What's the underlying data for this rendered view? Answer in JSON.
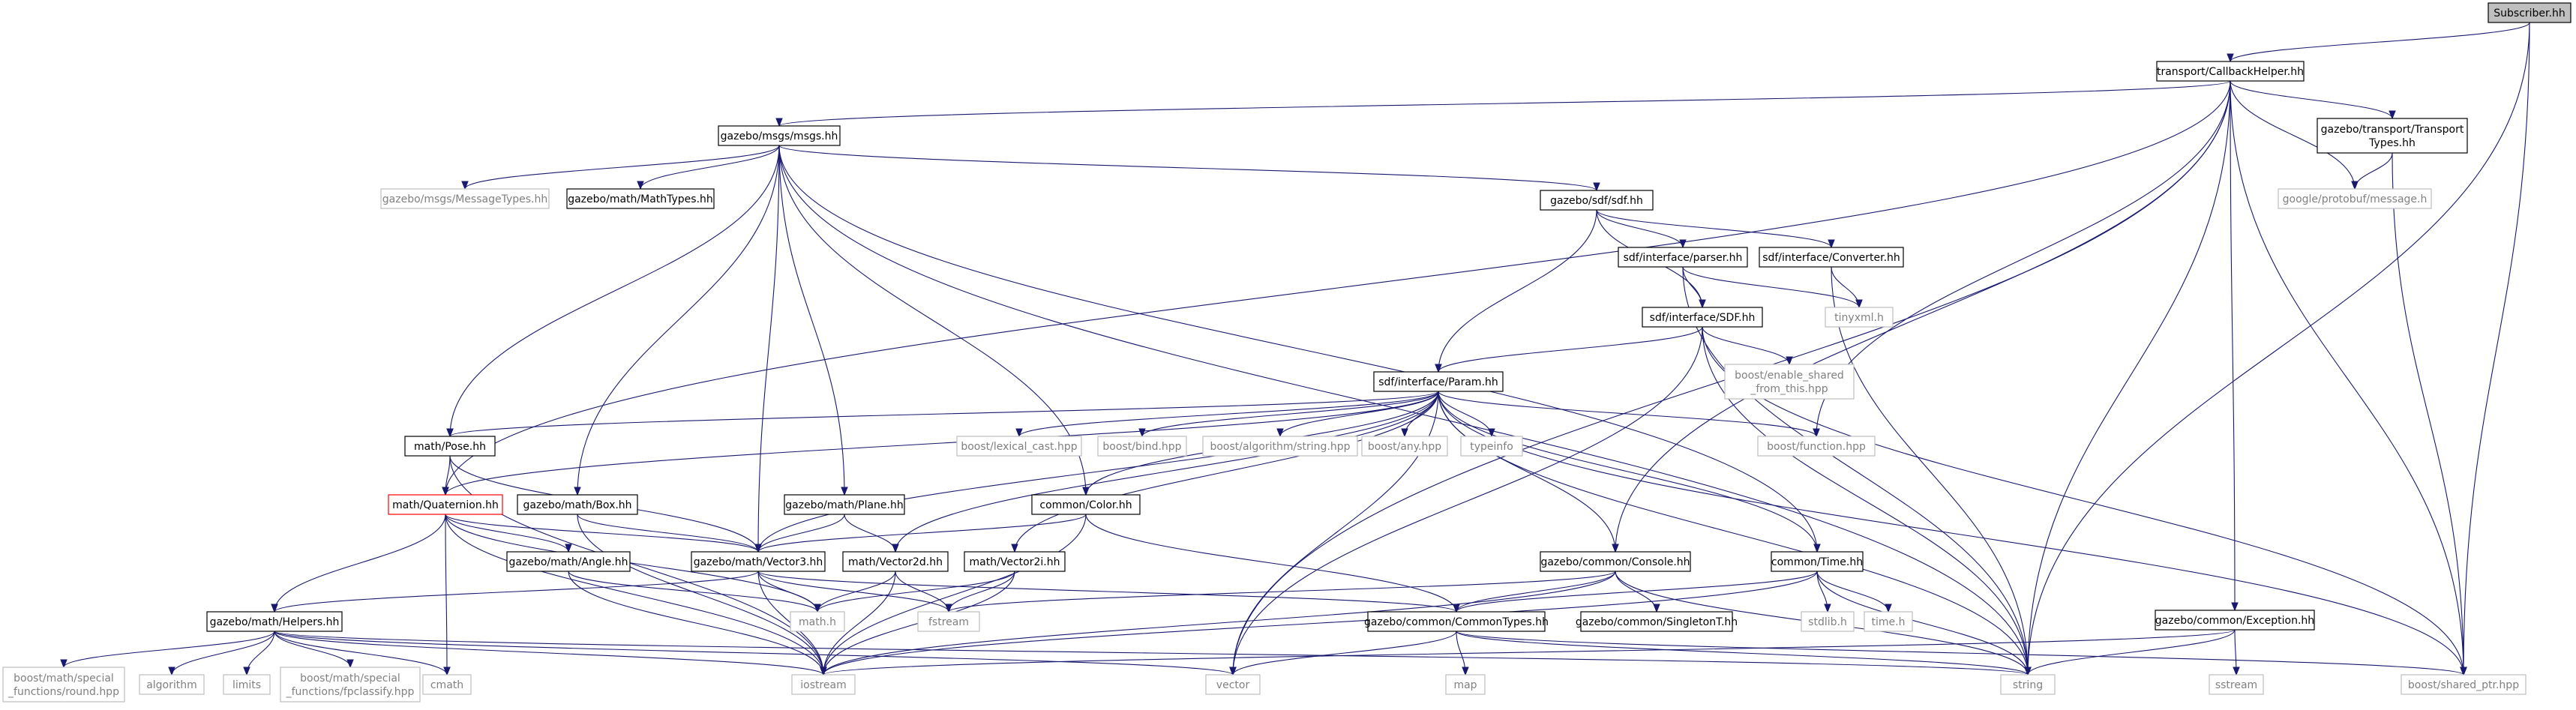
{
  "graph": {
    "nodes": [
      {
        "id": "subscriber",
        "lines": [
          "Subscriber.hh"
        ],
        "style": "root"
      },
      {
        "id": "callbackhelper",
        "lines": [
          "transport/CallbackHelper.hh"
        ],
        "style": "file"
      },
      {
        "id": "msgs",
        "lines": [
          "gazebo/msgs/msgs.hh"
        ],
        "style": "file"
      },
      {
        "id": "transporttypes",
        "lines": [
          "gazebo/transport/Transport",
          "Types.hh"
        ],
        "style": "file"
      },
      {
        "id": "protobuf",
        "lines": [
          "google/protobuf/message.h"
        ],
        "style": "ext"
      },
      {
        "id": "messagetypes",
        "lines": [
          "gazebo/msgs/MessageTypes.hh"
        ],
        "style": "ext"
      },
      {
        "id": "mathtypes",
        "lines": [
          "gazebo/math/MathTypes.hh"
        ],
        "style": "file"
      },
      {
        "id": "sdfhh",
        "lines": [
          "gazebo/sdf/sdf.hh"
        ],
        "style": "file"
      },
      {
        "id": "parserhh",
        "lines": [
          "sdf/interface/parser.hh"
        ],
        "style": "file"
      },
      {
        "id": "converterhh",
        "lines": [
          "sdf/interface/Converter.hh"
        ],
        "style": "file"
      },
      {
        "id": "tinyxml",
        "lines": [
          "tinyxml.h"
        ],
        "style": "ext"
      },
      {
        "id": "sdfinterface",
        "lines": [
          "sdf/interface/SDF.hh"
        ],
        "style": "file"
      },
      {
        "id": "enableshared",
        "lines": [
          "boost/enable_shared",
          "_from_this.hpp"
        ],
        "style": "ext"
      },
      {
        "id": "param",
        "lines": [
          "sdf/interface/Param.hh"
        ],
        "style": "file"
      },
      {
        "id": "pose",
        "lines": [
          "math/Pose.hh"
        ],
        "style": "file"
      },
      {
        "id": "lexicalcast",
        "lines": [
          "boost/lexical_cast.hpp"
        ],
        "style": "ext"
      },
      {
        "id": "bind",
        "lines": [
          "boost/bind.hpp"
        ],
        "style": "ext"
      },
      {
        "id": "algostring",
        "lines": [
          "boost/algorithm/string.hpp"
        ],
        "style": "ext"
      },
      {
        "id": "any",
        "lines": [
          "boost/any.hpp"
        ],
        "style": "ext"
      },
      {
        "id": "typeinfo",
        "lines": [
          "typeinfo"
        ],
        "style": "ext"
      },
      {
        "id": "function",
        "lines": [
          "boost/function.hpp"
        ],
        "style": "ext"
      },
      {
        "id": "quaternion",
        "lines": [
          "math/Quaternion.hh"
        ],
        "style": "red"
      },
      {
        "id": "box",
        "lines": [
          "gazebo/math/Box.hh"
        ],
        "style": "file"
      },
      {
        "id": "plane",
        "lines": [
          "gazebo/math/Plane.hh"
        ],
        "style": "file"
      },
      {
        "id": "color",
        "lines": [
          "common/Color.hh"
        ],
        "style": "file"
      },
      {
        "id": "angle",
        "lines": [
          "gazebo/math/Angle.hh"
        ],
        "style": "file"
      },
      {
        "id": "vector3",
        "lines": [
          "gazebo/math/Vector3.hh"
        ],
        "style": "file"
      },
      {
        "id": "vector2d",
        "lines": [
          "math/Vector2d.hh"
        ],
        "style": "file"
      },
      {
        "id": "vector2i",
        "lines": [
          "math/Vector2i.hh"
        ],
        "style": "file"
      },
      {
        "id": "console",
        "lines": [
          "gazebo/common/Console.hh"
        ],
        "style": "file"
      },
      {
        "id": "time",
        "lines": [
          "common/Time.hh"
        ],
        "style": "file"
      },
      {
        "id": "exception",
        "lines": [
          "gazebo/common/Exception.hh"
        ],
        "style": "file"
      },
      {
        "id": "helpers",
        "lines": [
          "gazebo/math/Helpers.hh"
        ],
        "style": "file"
      },
      {
        "id": "mathh",
        "lines": [
          "math.h"
        ],
        "style": "ext"
      },
      {
        "id": "fstream",
        "lines": [
          "fstream"
        ],
        "style": "ext"
      },
      {
        "id": "commontypes",
        "lines": [
          "gazebo/common/CommonTypes.hh"
        ],
        "style": "file"
      },
      {
        "id": "singletont",
        "lines": [
          "gazebo/common/SingletonT.hh"
        ],
        "style": "file"
      },
      {
        "id": "stdlib",
        "lines": [
          "stdlib.h"
        ],
        "style": "ext"
      },
      {
        "id": "timeh",
        "lines": [
          "time.h"
        ],
        "style": "ext"
      },
      {
        "id": "round",
        "lines": [
          "boost/math/special",
          "_functions/round.hpp"
        ],
        "style": "ext"
      },
      {
        "id": "algorithm",
        "lines": [
          "algorithm"
        ],
        "style": "ext"
      },
      {
        "id": "limits",
        "lines": [
          "limits"
        ],
        "style": "ext"
      },
      {
        "id": "fpclassify",
        "lines": [
          "boost/math/special",
          "_functions/fpclassify.hpp"
        ],
        "style": "ext"
      },
      {
        "id": "cmath",
        "lines": [
          "cmath"
        ],
        "style": "ext"
      },
      {
        "id": "iostream",
        "lines": [
          "iostream"
        ],
        "style": "ext"
      },
      {
        "id": "vector",
        "lines": [
          "vector"
        ],
        "style": "ext"
      },
      {
        "id": "map",
        "lines": [
          "map"
        ],
        "style": "ext"
      },
      {
        "id": "string",
        "lines": [
          "string"
        ],
        "style": "ext"
      },
      {
        "id": "sstream",
        "lines": [
          "sstream"
        ],
        "style": "ext"
      },
      {
        "id": "sharedptr",
        "lines": [
          "boost/shared_ptr.hpp"
        ],
        "style": "ext"
      }
    ],
    "edges": [
      [
        "subscriber",
        "callbackhelper"
      ],
      [
        "subscriber",
        "string"
      ],
      [
        "subscriber",
        "sharedptr"
      ],
      [
        "callbackhelper",
        "msgs"
      ],
      [
        "callbackhelper",
        "transporttypes"
      ],
      [
        "callbackhelper",
        "protobuf"
      ],
      [
        "callbackhelper",
        "function"
      ],
      [
        "callbackhelper",
        "console"
      ],
      [
        "callbackhelper",
        "exception"
      ],
      [
        "callbackhelper",
        "string"
      ],
      [
        "callbackhelper",
        "sharedptr"
      ],
      [
        "callbackhelper",
        "vector"
      ],
      [
        "callbackhelper",
        "quaternion"
      ],
      [
        "transporttypes",
        "protobuf"
      ],
      [
        "transporttypes",
        "sharedptr"
      ],
      [
        "msgs",
        "messagetypes"
      ],
      [
        "msgs",
        "mathtypes"
      ],
      [
        "msgs",
        "sdfhh"
      ],
      [
        "msgs",
        "pose"
      ],
      [
        "msgs",
        "box"
      ],
      [
        "msgs",
        "plane"
      ],
      [
        "msgs",
        "color"
      ],
      [
        "msgs",
        "vector3"
      ],
      [
        "msgs",
        "time"
      ],
      [
        "msgs",
        "string"
      ],
      [
        "sdfhh",
        "parserhh"
      ],
      [
        "sdfhh",
        "converterhh"
      ],
      [
        "sdfhh",
        "sdfinterface"
      ],
      [
        "sdfhh",
        "param"
      ],
      [
        "parserhh",
        "sdfinterface"
      ],
      [
        "parserhh",
        "tinyxml"
      ],
      [
        "parserhh",
        "string"
      ],
      [
        "converterhh",
        "tinyxml"
      ],
      [
        "converterhh",
        "string"
      ],
      [
        "sdfinterface",
        "param"
      ],
      [
        "sdfinterface",
        "enableshared"
      ],
      [
        "sdfinterface",
        "vector"
      ],
      [
        "sdfinterface",
        "string"
      ],
      [
        "sdfinterface",
        "sharedptr"
      ],
      [
        "param",
        "pose"
      ],
      [
        "param",
        "quaternion"
      ],
      [
        "param",
        "vector3"
      ],
      [
        "param",
        "vector2d"
      ],
      [
        "param",
        "vector2i"
      ],
      [
        "param",
        "color"
      ],
      [
        "param",
        "console"
      ],
      [
        "param",
        "time"
      ],
      [
        "param",
        "lexicalcast"
      ],
      [
        "param",
        "bind"
      ],
      [
        "param",
        "algostring"
      ],
      [
        "param",
        "any"
      ],
      [
        "param",
        "typeinfo"
      ],
      [
        "param",
        "function"
      ],
      [
        "param",
        "vector"
      ],
      [
        "param",
        "string"
      ],
      [
        "param",
        "sharedptr"
      ],
      [
        "pose",
        "quaternion"
      ],
      [
        "pose",
        "vector3"
      ],
      [
        "pose",
        "iostream"
      ],
      [
        "quaternion",
        "angle"
      ],
      [
        "quaternion",
        "vector3"
      ],
      [
        "quaternion",
        "helpers"
      ],
      [
        "quaternion",
        "mathh"
      ],
      [
        "quaternion",
        "cmath"
      ],
      [
        "quaternion",
        "iostream"
      ],
      [
        "box",
        "vector3"
      ],
      [
        "box",
        "iostream"
      ],
      [
        "plane",
        "vector3"
      ],
      [
        "plane",
        "vector2d"
      ],
      [
        "color",
        "vector3"
      ],
      [
        "color",
        "commontypes"
      ],
      [
        "color",
        "iostream"
      ],
      [
        "angle",
        "mathh"
      ],
      [
        "angle",
        "iostream"
      ],
      [
        "vector3",
        "helpers"
      ],
      [
        "vector3",
        "mathh"
      ],
      [
        "vector3",
        "fstream"
      ],
      [
        "vector3",
        "iostream"
      ],
      [
        "vector3",
        "commontypes"
      ],
      [
        "vector2d",
        "mathh"
      ],
      [
        "vector2d",
        "fstream"
      ],
      [
        "vector2d",
        "iostream"
      ],
      [
        "vector2i",
        "mathh"
      ],
      [
        "vector2i",
        "fstream"
      ],
      [
        "vector2i",
        "iostream"
      ],
      [
        "console",
        "commontypes"
      ],
      [
        "console",
        "singletont"
      ],
      [
        "console",
        "fstream"
      ],
      [
        "console",
        "iostream"
      ],
      [
        "console",
        "string"
      ],
      [
        "time",
        "commontypes"
      ],
      [
        "time",
        "stdlib"
      ],
      [
        "time",
        "timeh"
      ],
      [
        "time",
        "iostream"
      ],
      [
        "time",
        "string"
      ],
      [
        "exception",
        "iostream"
      ],
      [
        "exception",
        "sstream"
      ],
      [
        "exception",
        "string"
      ],
      [
        "helpers",
        "round"
      ],
      [
        "helpers",
        "algorithm"
      ],
      [
        "helpers",
        "limits"
      ],
      [
        "helpers",
        "fpclassify"
      ],
      [
        "helpers",
        "cmath"
      ],
      [
        "helpers",
        "iostream"
      ],
      [
        "helpers",
        "string"
      ],
      [
        "helpers",
        "vector"
      ],
      [
        "commontypes",
        "vector"
      ],
      [
        "commontypes",
        "map"
      ],
      [
        "commontypes",
        "string"
      ],
      [
        "commontypes",
        "sharedptr"
      ]
    ]
  },
  "colors": {
    "edge": "#191970",
    "file_border": "#000000",
    "ext_border": "#bfbfbf",
    "ext_text": "#808080",
    "red_border": "#ff0000",
    "root_fill": "#bfbfbf"
  }
}
